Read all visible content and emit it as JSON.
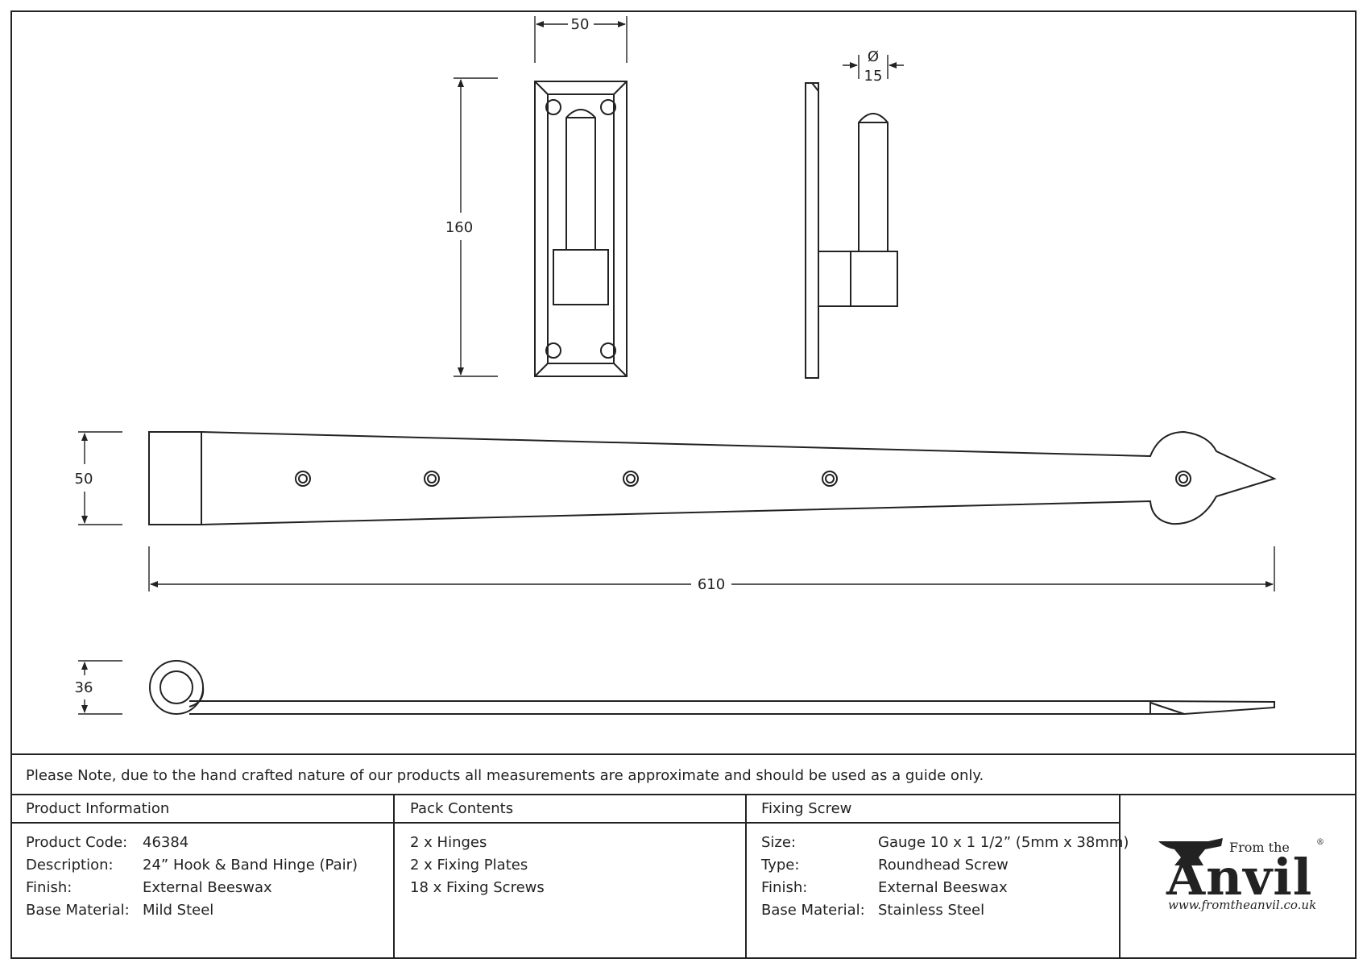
{
  "dimensions": {
    "plate_width": "50",
    "plate_height": "160",
    "pin_symbol": "Ø",
    "pin_diameter": "15",
    "band_width": "50",
    "band_length": "610",
    "band_height": "36"
  },
  "note": "Please Note, due to the hand crafted nature of our products all measurements are approximate and should be used as a guide only.",
  "product_info": {
    "title": "Product Information",
    "rows": [
      {
        "label": "Product Code:",
        "value": "46384"
      },
      {
        "label": "Description:",
        "value": "24” Hook & Band Hinge (Pair)"
      },
      {
        "label": "Finish:",
        "value": "External Beeswax"
      },
      {
        "label": "Base Material:",
        "value": "Mild Steel"
      }
    ]
  },
  "pack_contents": {
    "title": "Pack Contents",
    "items": [
      "2 x Hinges",
      "2 x Fixing Plates",
      "18 x Fixing Screws"
    ]
  },
  "fixing_screw": {
    "title": "Fixing Screw",
    "rows": [
      {
        "label": "Size:",
        "value": "Gauge 10 x 1 1/2” (5mm x 38mm)"
      },
      {
        "label": "Type:",
        "value": "Roundhead Screw"
      },
      {
        "label": "Finish:",
        "value": "External Beeswax"
      },
      {
        "label": "Base Material:",
        "value": "Stainless Steel"
      }
    ]
  },
  "logo": {
    "from_the": "From the",
    "brand": "Anvil",
    "registered": "®",
    "url": "www.fromtheanvil.co.uk"
  }
}
